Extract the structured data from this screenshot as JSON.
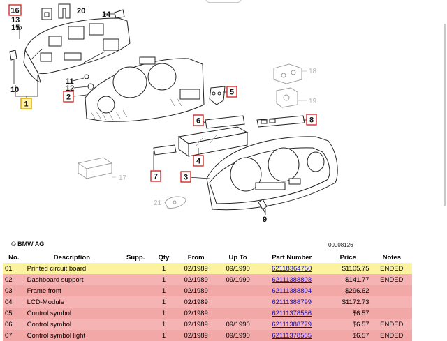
{
  "diagram": {
    "copyright": "© BMW AG",
    "diagram_id": "00008126",
    "callouts": [
      "16",
      "1",
      "2",
      "5",
      "6",
      "8",
      "4",
      "7",
      "3"
    ],
    "plain_labels": [
      "20",
      "14",
      "13",
      "15",
      "10",
      "11",
      "12",
      "9"
    ],
    "grey_labels": [
      "18",
      "19",
      "17",
      "21"
    ]
  },
  "table": {
    "headers": [
      "No.",
      "Description",
      "Supp.",
      "Qty",
      "From",
      "Up To",
      "Part Number",
      "Price",
      "Notes"
    ],
    "rows": [
      {
        "no": "01",
        "desc": "Printed circuit board",
        "supp": "",
        "qty": "1",
        "from": "02/1989",
        "upto": "09/1990",
        "part": "62118364750",
        "price": "$1105.75",
        "notes": "ENDED"
      },
      {
        "no": "02",
        "desc": "Dashboard support",
        "supp": "",
        "qty": "1",
        "from": "02/1989",
        "upto": "09/1990",
        "part": "62111388803",
        "price": "$141.77",
        "notes": "ENDED"
      },
      {
        "no": "03",
        "desc": "Frame front",
        "supp": "",
        "qty": "1",
        "from": "02/1989",
        "upto": "",
        "part": "62111388804",
        "price": "$296.62",
        "notes": ""
      },
      {
        "no": "04",
        "desc": "LCD-Module",
        "supp": "",
        "qty": "1",
        "from": "02/1989",
        "upto": "",
        "part": "62111388799",
        "price": "$1172.73",
        "notes": ""
      },
      {
        "no": "05",
        "desc": "Control symbol",
        "supp": "",
        "qty": "1",
        "from": "02/1989",
        "upto": "",
        "part": "62111378586",
        "price": "$6.57",
        "notes": ""
      },
      {
        "no": "06",
        "desc": "Control symbol",
        "supp": "",
        "qty": "1",
        "from": "02/1989",
        "upto": "09/1990",
        "part": "62111388779",
        "price": "$6.57",
        "notes": "ENDED"
      },
      {
        "no": "07",
        "desc": "Control symbol light",
        "supp": "",
        "qty": "1",
        "from": "02/1989",
        "upto": "09/1990",
        "part": "62111378585",
        "price": "$6.57",
        "notes": "ENDED"
      }
    ]
  }
}
